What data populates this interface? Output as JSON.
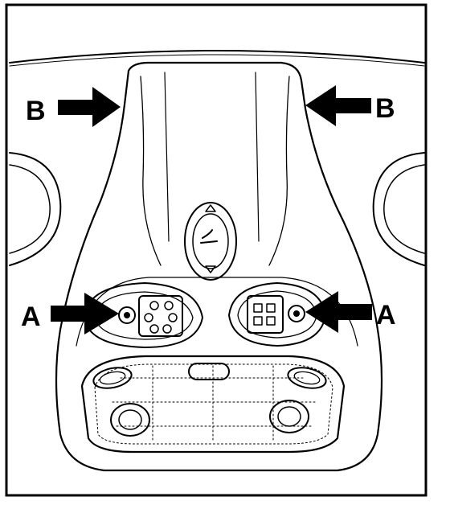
{
  "labels": {
    "upper_left": "B",
    "upper_right": "B",
    "lower_left": "A",
    "lower_right": "A"
  },
  "colors": {
    "ink": "#000000",
    "paper": "#ffffff"
  },
  "icons": {
    "center_switch": "up-down-rocker-switch-icon",
    "left_switch": "dome-light-button-cluster-icon",
    "right_switch": "reading-lamp-switch-icon"
  }
}
